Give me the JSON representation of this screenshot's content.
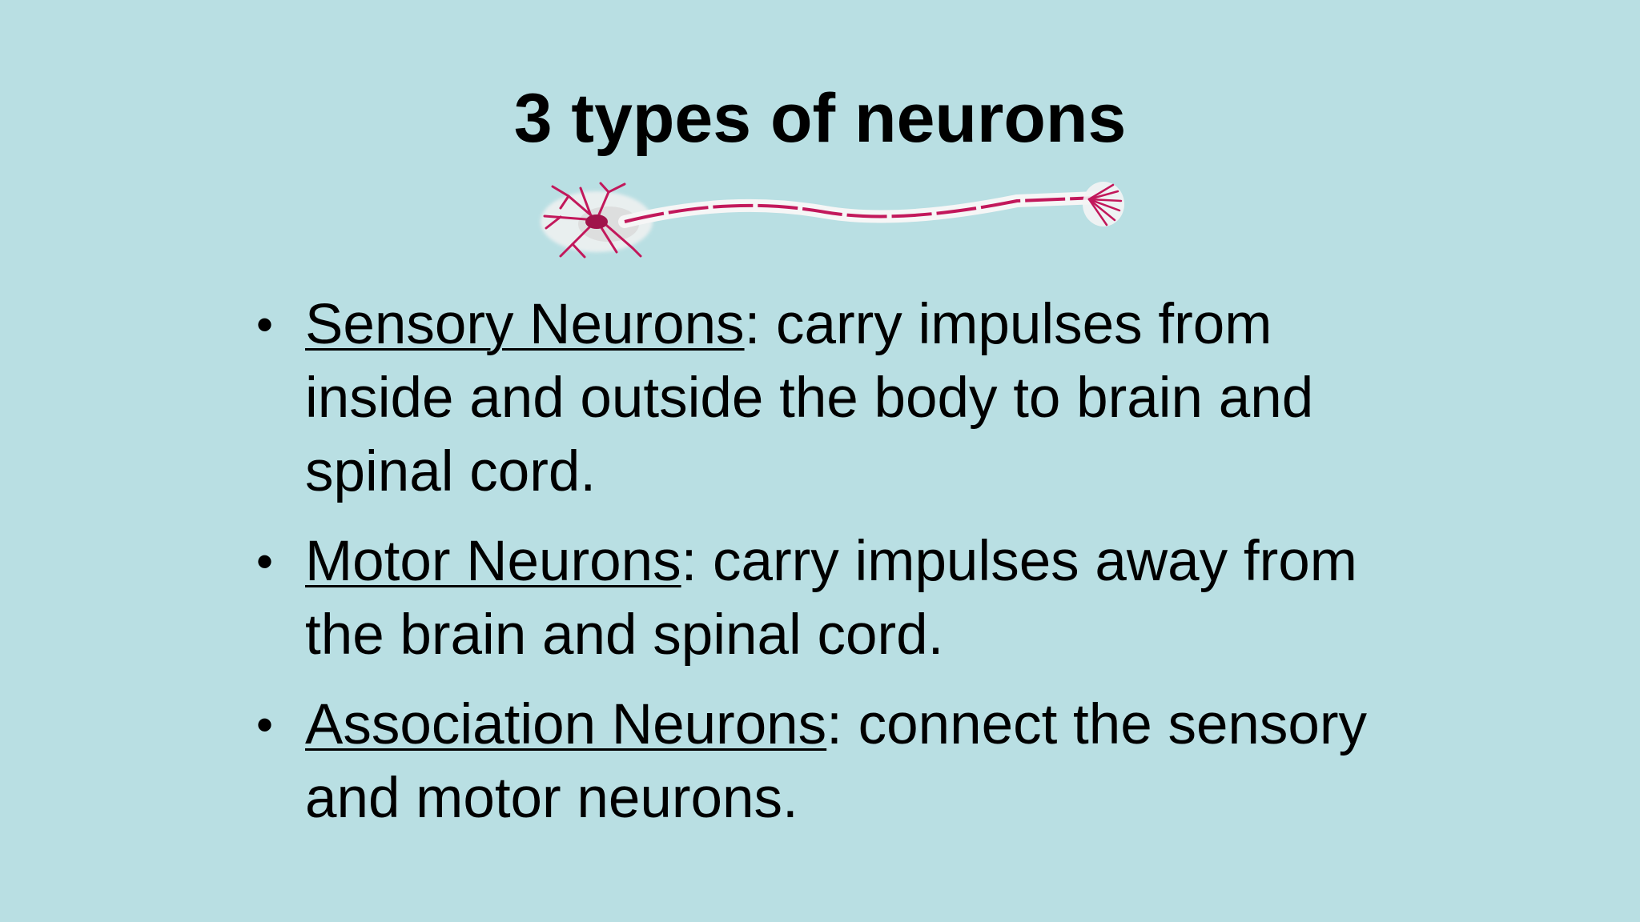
{
  "slide": {
    "title": "3 types of neurons",
    "bullet_symbol": "•",
    "bullets": [
      {
        "term": "Sensory Neurons",
        "text": ":  carry impulses from inside and outside the body to brain and spinal cord."
      },
      {
        "term": "Motor Neurons",
        "text": ":  carry impulses away from the brain and spinal cord."
      },
      {
        "term": "Association Neurons",
        "text": ": connect the sensory and motor neurons."
      }
    ]
  },
  "colors": {
    "background": "#b9dfe3",
    "neuron": "#c2185b",
    "text": "#000000"
  },
  "images": {
    "neuron": "neuron-illustration"
  }
}
